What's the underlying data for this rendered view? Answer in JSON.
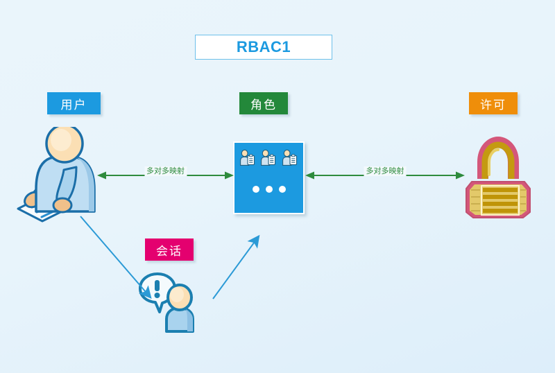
{
  "diagram": {
    "title": "RBAC1",
    "background_color": "#e8f4fb"
  },
  "nodes": {
    "user": {
      "label": "用户",
      "color": "#1c9ae0",
      "icon": "user-at-desk-icon"
    },
    "role": {
      "label": "角色",
      "color": "#23883a",
      "box_color": "#1c9ae0",
      "icon": "role-person-clipboard-icon",
      "icon_count": 3,
      "dots": 3
    },
    "permission": {
      "label": "许可",
      "color": "#ef8e0a",
      "icon": "padlock-icon"
    },
    "session": {
      "label": "会话",
      "color": "#e4006f",
      "icon": "person-speech-exclamation-icon"
    }
  },
  "edges": {
    "user_role": {
      "label": "多对多映射",
      "color": "#2e8b3d",
      "style": "double-headed"
    },
    "role_permission": {
      "label": "多对多映射",
      "color": "#2e8b3d",
      "style": "double-headed"
    },
    "user_session": {
      "label": "",
      "color": "#2b9ad6",
      "style": "single-headed"
    },
    "session_role": {
      "label": "",
      "color": "#2b9ad6",
      "style": "single-headed"
    }
  }
}
